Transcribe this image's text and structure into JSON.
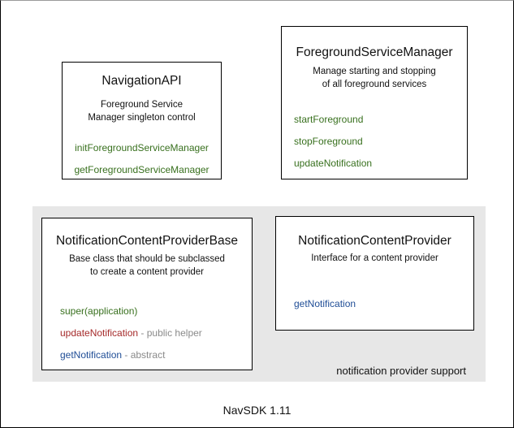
{
  "colors": {
    "green": "#38701e",
    "red": "#a52a2a",
    "blue": "#1f4d96",
    "annotation_gray": "#8a8a8a",
    "panel_bg": "#e7e7e7",
    "border": "#000000"
  },
  "boxes": {
    "navigation_api": {
      "title": "NavigationAPI",
      "description": [
        "Foreground Service",
        "Manager singleton control"
      ],
      "methods": [
        {
          "name": "initForegroundServiceManager",
          "color": "green",
          "suffix": ""
        },
        {
          "name": "getForegroundServiceManager",
          "color": "green",
          "suffix": ""
        }
      ]
    },
    "foreground_service_manager": {
      "title": "ForegroundServiceManager",
      "description": [
        "Manage starting and stopping",
        "of all foreground services"
      ],
      "methods": [
        {
          "name": "startForeground",
          "color": "green",
          "suffix": ""
        },
        {
          "name": "stopForeground",
          "color": "green",
          "suffix": ""
        },
        {
          "name": "updateNotification",
          "color": "green",
          "suffix": ""
        }
      ]
    },
    "notification_content_provider_base": {
      "title": "NotificationContentProviderBase",
      "description": [
        "Base class that should be subclassed",
        "to create a content provider"
      ],
      "methods": [
        {
          "name": "super(application)",
          "color": "green",
          "suffix": ""
        },
        {
          "name": "updateNotification",
          "color": "red",
          "suffix": " - public helper"
        },
        {
          "name": "getNotification",
          "color": "blue",
          "suffix": " - abstract"
        }
      ]
    },
    "notification_content_provider": {
      "title": "NotificationContentProvider",
      "description": [
        "Interface for a content provider"
      ],
      "methods": [
        {
          "name": "getNotification",
          "color": "blue",
          "suffix": ""
        }
      ]
    }
  },
  "panel": {
    "label": "notification provider support"
  },
  "footer": {
    "caption": "NavSDK 1.11"
  }
}
